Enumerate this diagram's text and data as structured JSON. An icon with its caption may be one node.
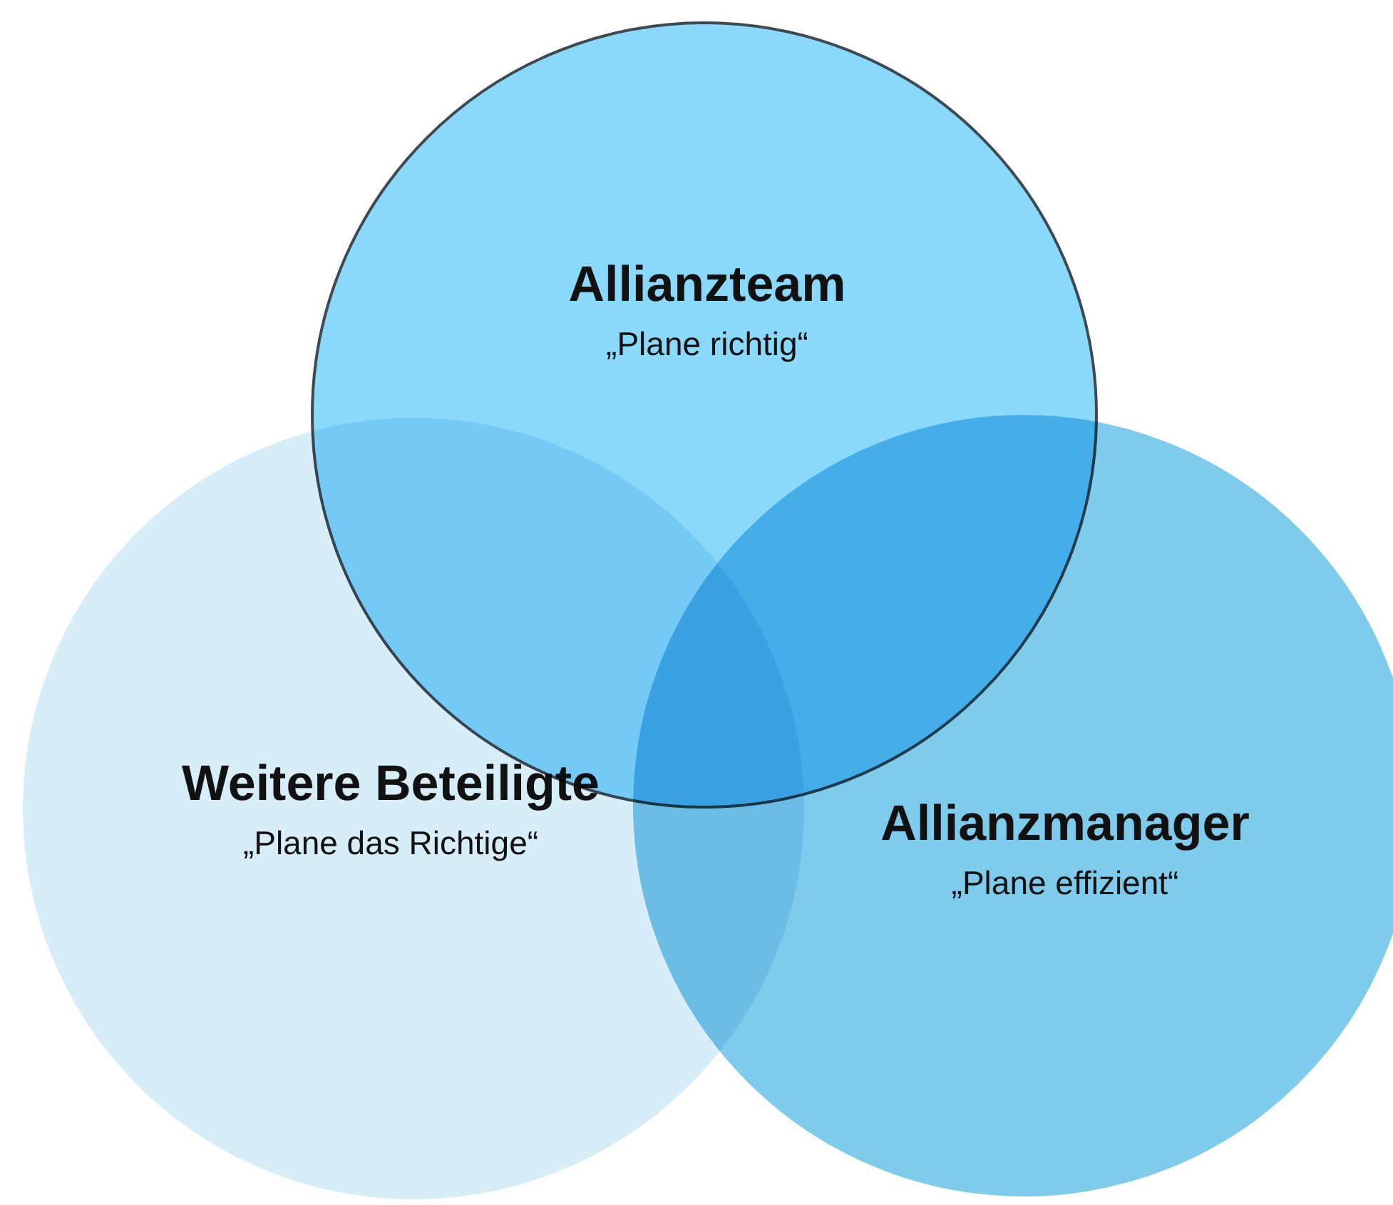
{
  "diagram": {
    "nodes": [
      {
        "text": [
          "Allianzteam",
          "„Plane richtig“"
        ]
      },
      {
        "text": [
          "Weitere Beteiligte",
          "„Plane das Richtige“"
        ]
      },
      {
        "text": [
          "Allianzmanager",
          "„Plane effizient“"
        ]
      }
    ]
  }
}
